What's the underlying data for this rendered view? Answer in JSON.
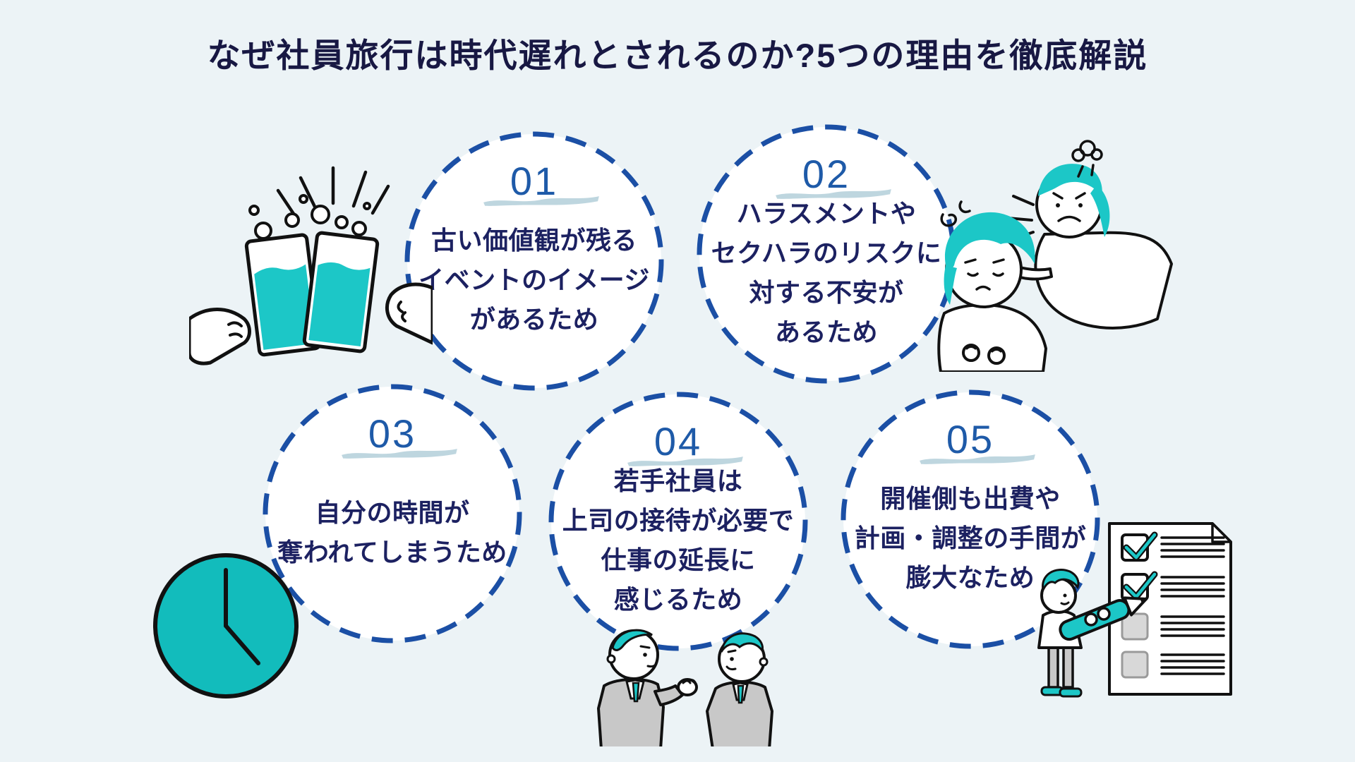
{
  "title": "なぜ社員旅行は時代遅れとされるのか?5つの理由を徹底解説",
  "items": [
    {
      "number": "01",
      "lines": [
        "古い価値観が残る",
        "イベントのイメージ",
        "があるため"
      ]
    },
    {
      "number": "02",
      "lines": [
        "ハラスメントや",
        "セクハラのリスクに",
        "対する不安が",
        "あるため"
      ]
    },
    {
      "number": "03",
      "lines": [
        "自分の時間が",
        "奪われてしまうため"
      ]
    },
    {
      "number": "04",
      "lines": [
        "若手社員は",
        "上司の接待が必要で",
        "仕事の延長に",
        "感じるため"
      ]
    },
    {
      "number": "05",
      "lines": [
        "開催側も出費や",
        "計画・調整の手間が",
        "膨大なため"
      ]
    }
  ],
  "illustrations": {
    "beer_toast": "beer-toast-illustration",
    "stressed_women": "stressed-women-illustration",
    "clock": "clock-illustration",
    "businessmen": "businessmen-talking-illustration",
    "checklist_person": "checklist-person-illustration"
  },
  "colors": {
    "background": "#ecf3f6",
    "circle_fill": "#ffffff",
    "circle_border": "#1b4fa5",
    "number_blue": "#1e5aa8",
    "number_brush": "#b7d2dc",
    "body_text": "#1c2161",
    "title_text": "#181843",
    "teal_accent": "#1cc7c7",
    "clock_teal": "#12bcbc",
    "suit_gray": "#c8c8c8",
    "checkbox_gray": "#d8d8d8",
    "line_black": "#111111"
  }
}
